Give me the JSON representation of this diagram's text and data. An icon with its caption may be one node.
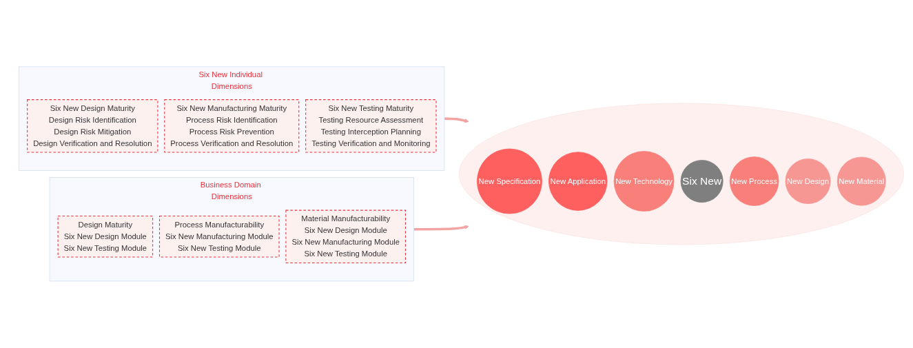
{
  "diagram": {
    "nodes": [
      {
        "text": [
          "Six New Individual Dimensions"
        ]
      },
      {
        "text": [
          "Six New Design Maturity",
          "Design Risk Identification",
          "Design Risk Mitigation",
          "Design Verification and Resolution"
        ],
        "in": 0
      },
      {
        "text": [
          "Six New Manufacturing Maturity",
          "Process Risk Identification",
          "Process Risk Prevention",
          "Process Verification and Resolution"
        ],
        "in": 0
      },
      {
        "text": [
          "Six New Testing Maturity",
          "Testing Resource Assessment",
          "Testing Interception Planning",
          "Testing Verification and Monitoring"
        ],
        "in": 0
      },
      {
        "text": [],
        "shape": "circle"
      },
      {
        "text": [
          "New Specification"
        ],
        "in": 4
      },
      {
        "text": [
          "New Application"
        ],
        "in": 4
      },
      {
        "text": [
          "New Technology"
        ],
        "in": 4
      },
      {
        "text": [
          "Six New"
        ],
        "in": 4
      },
      {
        "text": [
          "New Process"
        ],
        "in": 4
      },
      {
        "text": [
          "New Design"
        ],
        "in": 4
      },
      {
        "text": [
          "New Material"
        ],
        "in": 4
      },
      {
        "text": [
          "Business Domain Dimensions"
        ]
      },
      {
        "text": [
          "Design Maturity",
          "Six New Design Module",
          "Six New Testing Module"
        ],
        "in": 12
      },
      {
        "text": [
          "Process Manufacturability",
          "Six New Manufacturing Module",
          "Six New Testing Module"
        ],
        "in": 12
      },
      {
        "text": [
          "Material Manufacturability",
          "Six New Design Module",
          "Six New Manufacturing Module",
          "Six New Testing Module"
        ],
        "in": 12
      }
    ],
    "edges": [
      {
        "from": 0,
        "to": 4,
        "arrow": "to"
      },
      {
        "from": 12,
        "to": 4,
        "arrow": "to"
      }
    ]
  }
}
